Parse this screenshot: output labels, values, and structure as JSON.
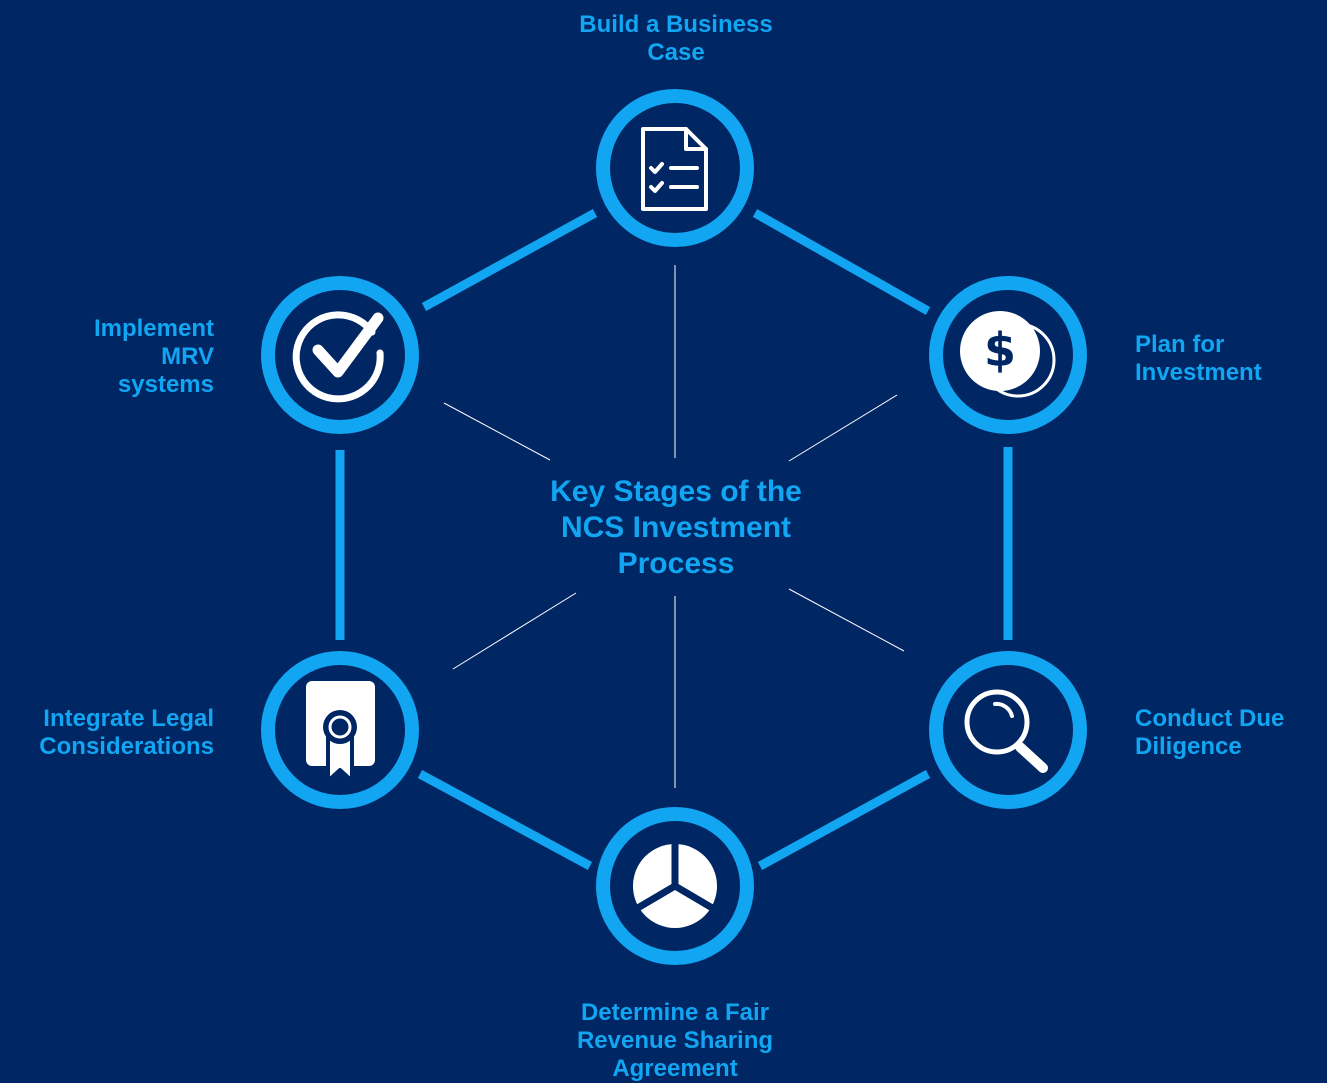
{
  "colors": {
    "background": "#002663",
    "accent": "#11A5F2",
    "thin_lines": "#FFFFFF",
    "icon": "#FFFFFF"
  },
  "center_title": "Key Stages of the\nNCS Investment\nProcess",
  "stages": [
    {
      "label": "Build a Business\nCase",
      "icon": "checklist-document-icon"
    },
    {
      "label": "Plan for\nInvestment",
      "icon": "dollar-coins-icon"
    },
    {
      "label": "Conduct Due\nDiligence",
      "icon": "magnifying-glass-icon"
    },
    {
      "label": "Determine a Fair\nRevenue Sharing\nAgreement",
      "icon": "pie-chart-icon"
    },
    {
      "label": "Integrate Legal\nConsiderations",
      "icon": "certificate-ribbon-icon"
    },
    {
      "label": "Implement\nMRV\nsystems",
      "icon": "check-circle-icon"
    }
  ]
}
